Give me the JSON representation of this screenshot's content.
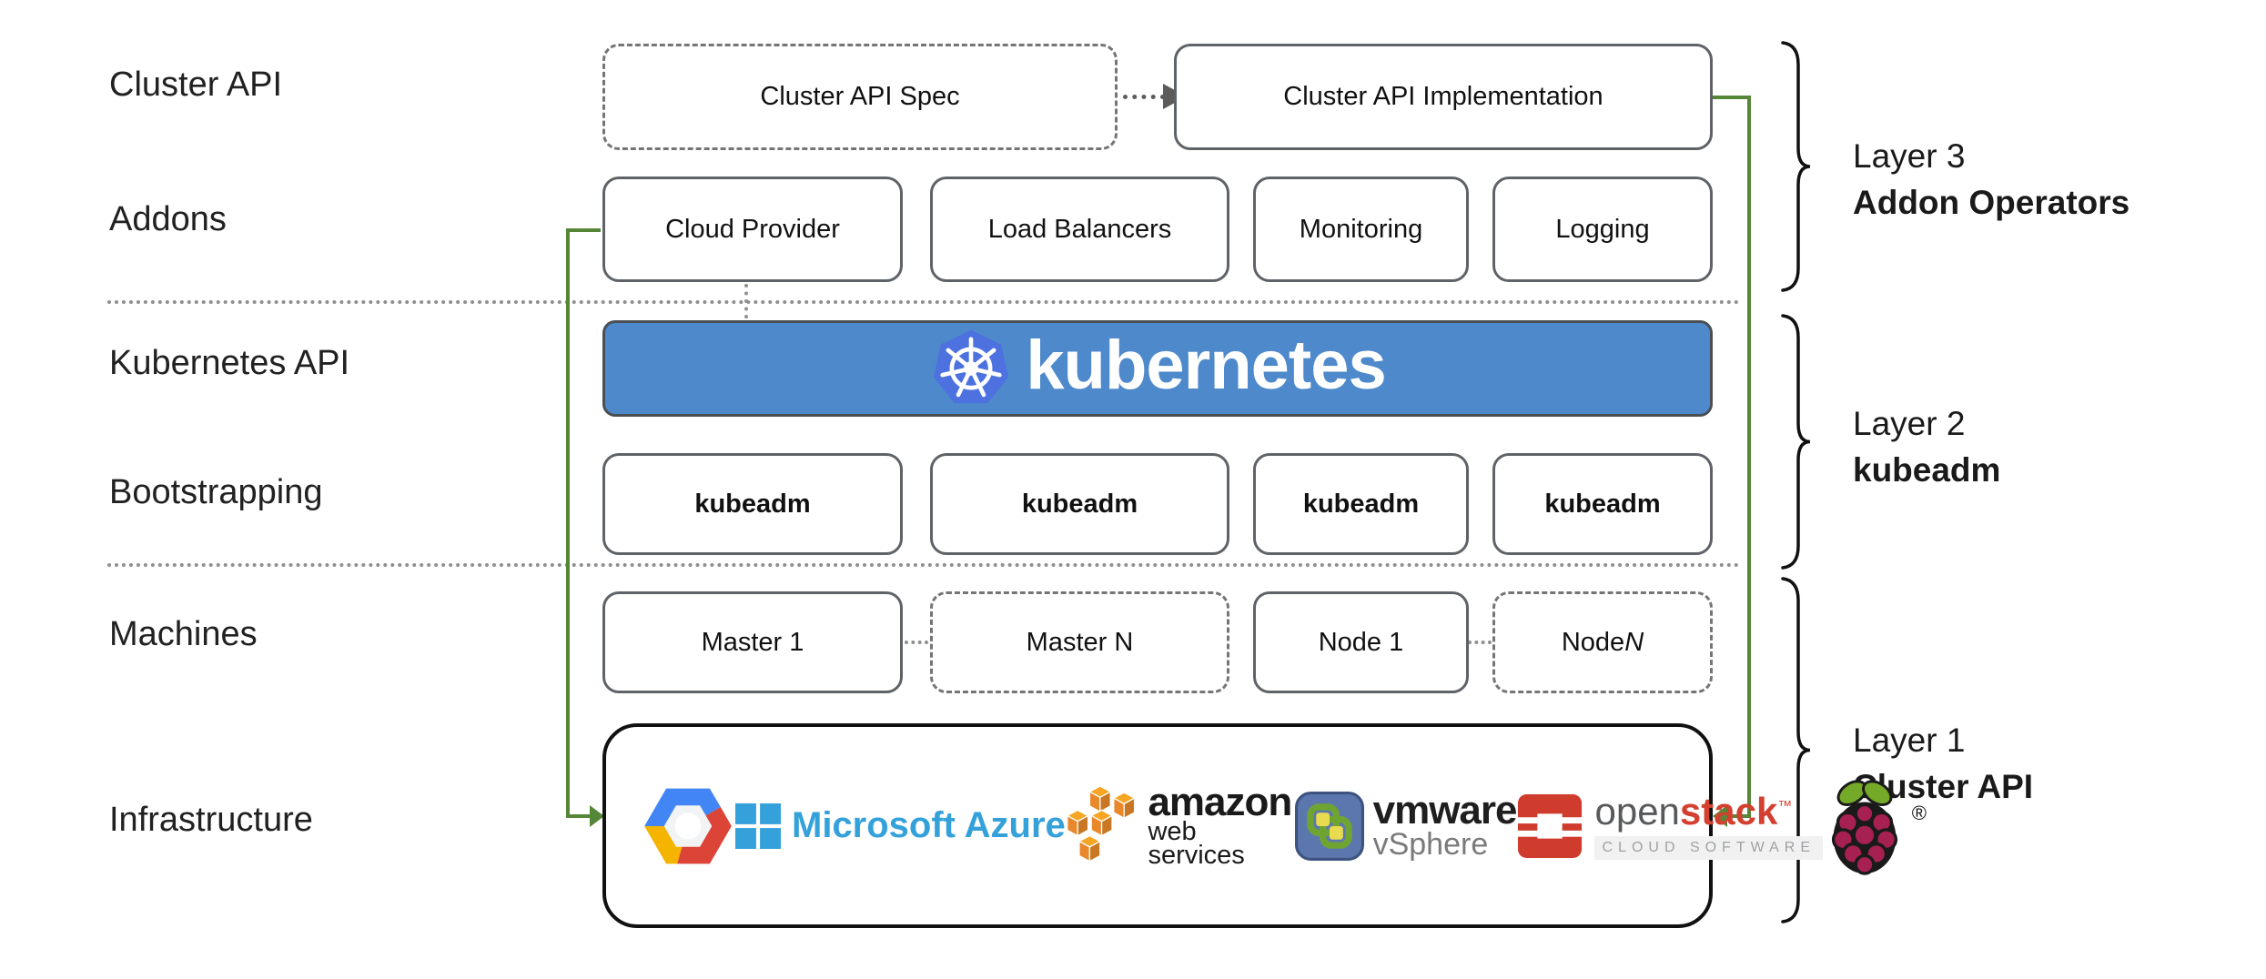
{
  "row_labels": {
    "cluster_api": "Cluster API",
    "addons": "Addons",
    "kubernetes_api": "Kubernetes API",
    "bootstrapping": "Bootstrapping",
    "machines": "Machines",
    "infrastructure": "Infrastructure"
  },
  "cluster_api_row": {
    "spec_label": "Cluster API Spec",
    "implementation_label": "Cluster API Implementation"
  },
  "addons_row": {
    "items": [
      {
        "label": "Cloud Provider"
      },
      {
        "label": "Load Balancers"
      },
      {
        "label": "Monitoring"
      },
      {
        "label": "Logging"
      }
    ]
  },
  "kubernetes_banner": {
    "wordmark": "kubernetes"
  },
  "bootstrapping_row": {
    "items": [
      {
        "label": "kubeadm"
      },
      {
        "label": "kubeadm"
      },
      {
        "label": "kubeadm"
      },
      {
        "label": "kubeadm"
      }
    ]
  },
  "machines_row": {
    "items": [
      {
        "label": "Master 1",
        "italic_suffix": "",
        "border": "solid"
      },
      {
        "label": "Master N",
        "italic_suffix": "",
        "border": "dashed"
      },
      {
        "label": "Node 1",
        "italic_suffix": "",
        "border": "solid"
      },
      {
        "label": "Node ",
        "italic_suffix": "N",
        "border": "dashed"
      }
    ]
  },
  "infrastructure_row": {
    "providers": [
      {
        "name": "google-cloud-platform"
      },
      {
        "name": "microsoft-azure",
        "label": "Microsoft Azure"
      },
      {
        "name": "amazon-web-services",
        "label_top": "amazon",
        "label_bottom": "web services"
      },
      {
        "name": "vmware-vsphere",
        "label_top": "vmware",
        "label_bottom": "vSphere"
      },
      {
        "name": "openstack",
        "label_open": "open",
        "label_stack": "stack",
        "trademark": "™",
        "label_sub": "CLOUD SOFTWARE"
      },
      {
        "name": "raspberry-pi",
        "registered_mark": "®"
      }
    ]
  },
  "layer_labels": [
    {
      "line1": "Layer 3",
      "line2": "Addon Operators"
    },
    {
      "line1": "Layer 2",
      "line2": "kubeadm"
    },
    {
      "line1": "Layer 1",
      "line2": "Cluster API"
    }
  ],
  "colors": {
    "banner_blue": "#4E89CB",
    "kubernetes_logo_blue": "#4D72E0",
    "connector_green": "#568738",
    "box_border_gray": "#5F6368",
    "azure_blue": "#35A1DA",
    "aws_orange": "#E8882B",
    "openstack_red": "#CF3C2D",
    "raspberry_crimson": "#A62052",
    "leaf_green": "#75A928"
  }
}
